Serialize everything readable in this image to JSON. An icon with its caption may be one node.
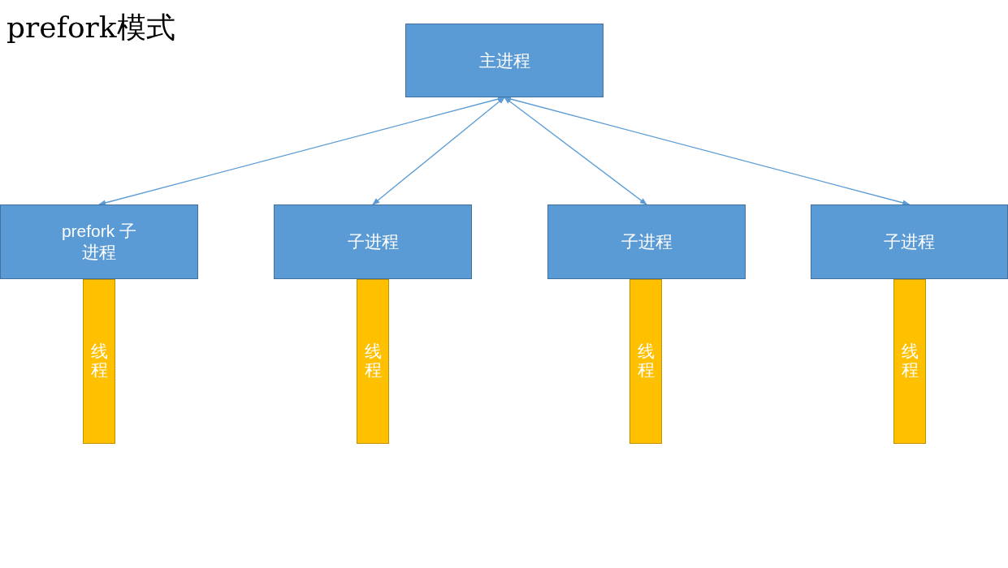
{
  "diagram": {
    "title": "prefork模式",
    "nodes": [
      {
        "text": [
          "主进程"
        ]
      },
      {
        "text": [
          "prefork 子进程"
        ]
      },
      {
        "text": [
          "子进程"
        ]
      },
      {
        "text": [
          "子进程"
        ]
      },
      {
        "text": [
          "子进程"
        ]
      },
      {
        "text": [
          "线程"
        ]
      },
      {
        "text": [
          "线程"
        ]
      },
      {
        "text": [
          "线程"
        ]
      },
      {
        "text": [
          "线程"
        ]
      }
    ],
    "edges": [
      {
        "from": 0,
        "to": 1,
        "arrow": "both"
      },
      {
        "from": 0,
        "to": 2,
        "arrow": "both"
      },
      {
        "from": 0,
        "to": 3,
        "arrow": "both"
      },
      {
        "from": 0,
        "to": 4,
        "arrow": "both"
      }
    ]
  }
}
